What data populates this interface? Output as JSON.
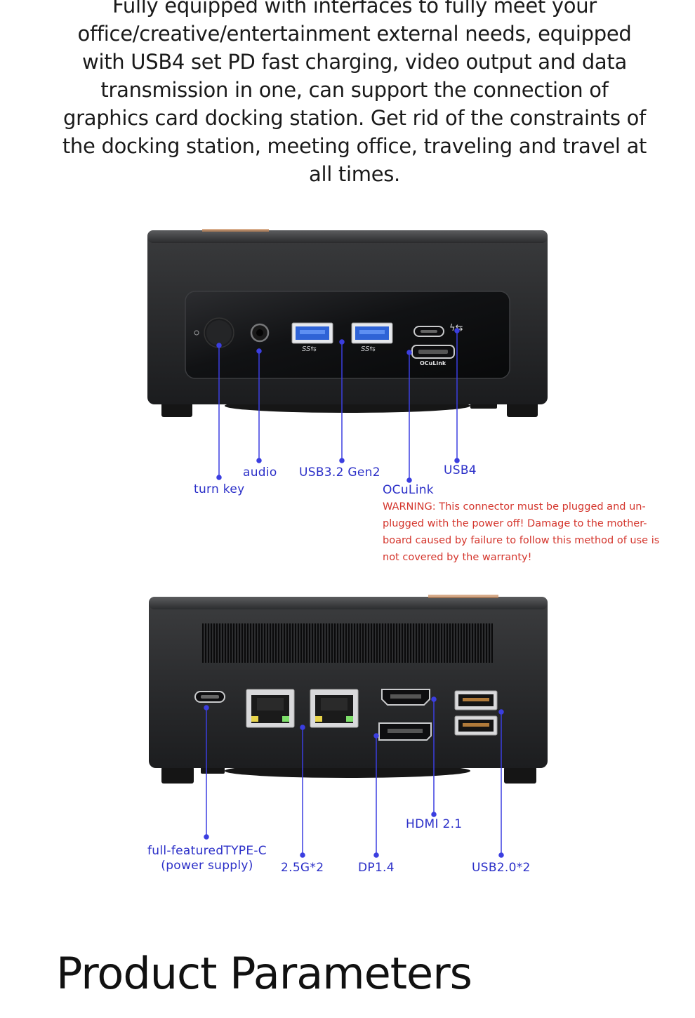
{
  "intro": {
    "lines": [
      "Fully equipped with interfaces to fully meet your",
      "office/creative/entertainment external needs, equipped",
      "with USB4 set PD fast charging, video output and data",
      "transmission in one, can support the connection of",
      "graphics card docking station. Get rid of the constraints of",
      "the docking station, meeting office, traveling and travel at",
      "all times."
    ]
  },
  "front_panel": {
    "port_badges": {
      "usb_logo_1": "SS⇆",
      "usb_logo_2": "SS⇆",
      "oculink_label": "OCuLink"
    },
    "callouts": {
      "turn_key": "turn key",
      "audio": "audio",
      "usb32": "USB3.2 Gen2",
      "usb4": "USB4",
      "oculink": "OCuLink"
    },
    "warning": [
      "WARNING: This connector must be plugged and un-",
      "plugged with the power off! Damage to the mother-",
      "board caused by failure to follow this method of use is",
      "not covered by the warranty!"
    ]
  },
  "rear_panel": {
    "callouts": {
      "typec_line1": "full-featuredTYPE-C",
      "typec_line2": "(power supply)",
      "lan": "2.5G*2",
      "dp": "DP1.4",
      "hdmi": "HDMI 2.1",
      "usb2": "USB2.0*2"
    }
  },
  "section": {
    "heading": "Product Parameters"
  },
  "colors": {
    "callout": "#2b2fc8",
    "warning": "#d4352c",
    "leader": "#3b3ee0"
  }
}
